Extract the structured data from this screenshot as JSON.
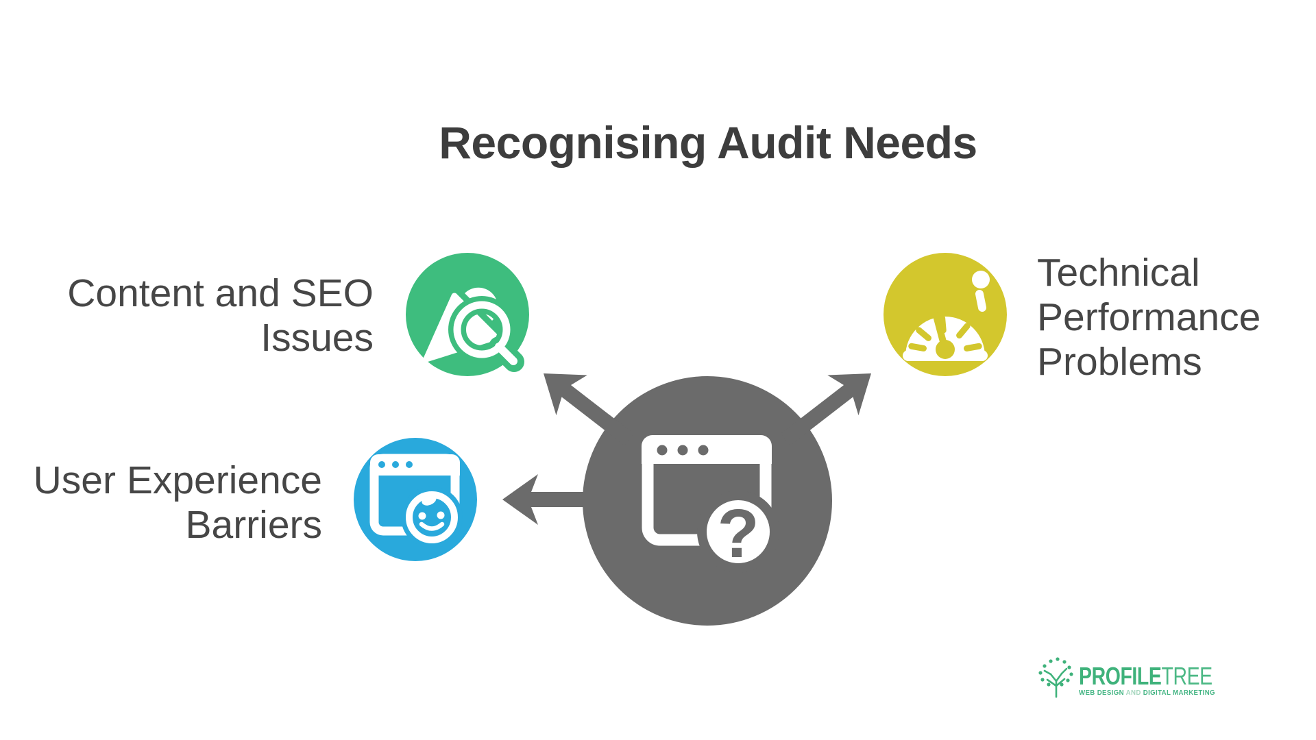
{
  "title": "Recognising Audit Needs",
  "palette": {
    "background": "#FFFFFF",
    "hub": "#6B6B6B",
    "title_text": "#3D3D3D",
    "label_text": "#464646"
  },
  "hub": {
    "icon": "browser-question-icon",
    "question_mark": "?"
  },
  "nodes": [
    {
      "id": "content-seo",
      "lines": [
        "Content and SEO",
        "Issues"
      ],
      "icon": "pen-magnifier-icon",
      "color": "#3EBD7E"
    },
    {
      "id": "technical-performance",
      "lines": [
        "Technical",
        "Performance",
        "Problems"
      ],
      "icon": "speedometer-icon",
      "color": "#D3C72D"
    },
    {
      "id": "user-experience",
      "lines": [
        "User Experience",
        "Barriers"
      ],
      "icon": "browser-smiley-icon",
      "color": "#29A9DC"
    }
  ],
  "logo": {
    "icon": "profiletree-tree-icon",
    "brand_primary": "PROFILE",
    "brand_secondary": "TREE",
    "tagline_web_design": "WEB DESIGN",
    "tagline_and": "AND",
    "tagline_marketing": "DIGITAL MARKETING",
    "color": "#3FB27B",
    "tagline_and_color": "#A5D6BE"
  }
}
